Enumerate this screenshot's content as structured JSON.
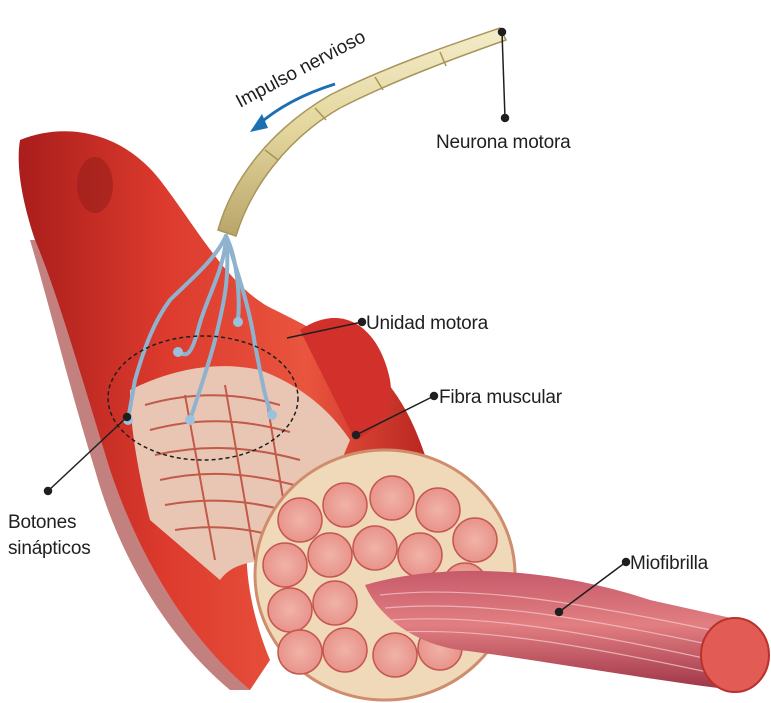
{
  "labels": {
    "impulse": "Impulso nervioso",
    "motor_neuron": "Neurona motora",
    "motor_unit": "Unidad motora",
    "muscle_fiber": "Fibra muscular",
    "synaptic_buttons": "Botones\nsinápticos",
    "myofibril": "Miofibrilla"
  },
  "colors": {
    "muscle": "#d9342b",
    "muscle_dark": "#a31c1a",
    "muscle_light": "#ef6a55",
    "fiber_bundle": "#e58a86",
    "fiber_bundle_border": "#c5574f",
    "nerve": "#e7dcb0",
    "nerve_dark": "#b9a86e",
    "terminal_branches": "#8fb3cf",
    "arrow": "#1b6fb3",
    "leader_line": "#1f1f1f"
  }
}
